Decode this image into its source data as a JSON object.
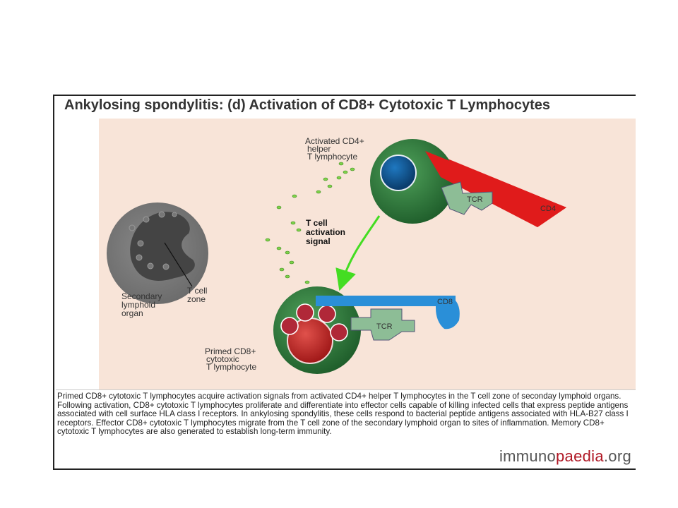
{
  "title": "Ankylosing spondylitis: (d) Activation of CD8+ Cytotoxic T Lymphocytes",
  "labels": {
    "activated_cd4_line1": "Activated CD4+",
    "activated_cd4_line2": "helper",
    "activated_cd4_line3": "T lymphocyte",
    "signal_line1": "T cell",
    "signal_line2": "activation",
    "signal_line3": "signal",
    "tcr_top": "TCR",
    "cd4": "CD4",
    "tcr_bottom": "TCR",
    "cd8": "CD8",
    "primed_line1": "Primed CD8+",
    "primed_line2": "cytotoxic",
    "primed_line3": "T lymphocyte",
    "organ_line1": "Secondary",
    "organ_line2": "lymphoid",
    "organ_line3": "organ",
    "zone_line1": "T cell",
    "zone_line2": "zone"
  },
  "caption": "Primed CD8+ cytotoxic T lymphocytes acquire activation signals from activated CD4+ helper T lymphocytes in the T cell zone of seconday lymphoid organs. Following activation, CD8+ cytotoxic T lymphocytes proliferate and differentiate into effector cells capable of killing infected cells that express peptide antigens associated with cell surface HLA class I receptors. In ankylosing spondylitis, these cells respond to bacterial peptide antigens associated with HLA-B27 class I receptors. Effector CD8+ cytotoxic T lymphocytes migrate from the T cell zone of the secondary lymphoid organ to sites of inflammation. Memory CD8+ cytotoxic T lymphocytes are also generated to establish long-term immunity.",
  "logo": {
    "part1": "immuno",
    "part2": "paedia",
    "part3": ".org"
  },
  "colors": {
    "panel_bg": "#f8e4d8",
    "cell_green": "#2f7a3c",
    "cd4_red": "#e01b1b",
    "cd8_blue": "#2a8fd8",
    "tcr_green": "#8dbd96",
    "arrow_green": "#44dd22"
  }
}
